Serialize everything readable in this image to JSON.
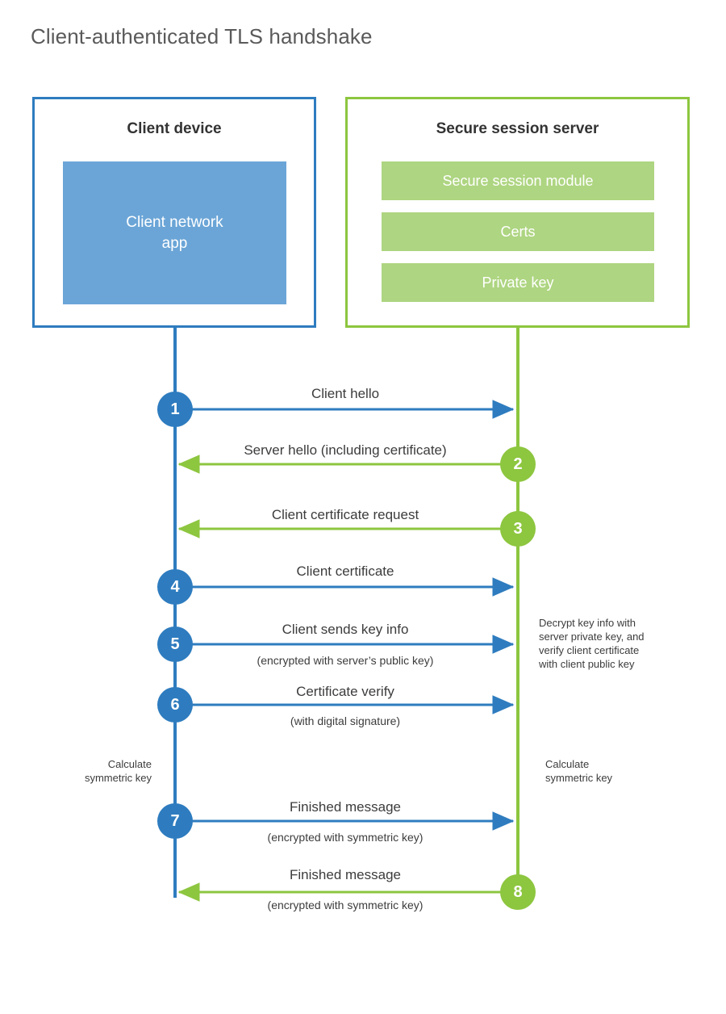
{
  "title": "Client-authenticated TLS handshake",
  "colors": {
    "client_blue": "#2E7CBF",
    "client_app_fill": "#6BA5D7",
    "server_green": "#8DC63F",
    "server_bar_fill": "#AED581",
    "text": "#3c3c3c",
    "title_text": "#5a5a5a",
    "background": "#ffffff"
  },
  "client": {
    "title": "Client device",
    "app_label": "Client network\napp",
    "app_label_line1": "Client network",
    "app_label_line2": "app"
  },
  "server": {
    "title": "Secure session server",
    "components": [
      {
        "label": "Secure session module"
      },
      {
        "label": "Certs"
      },
      {
        "label": "Private key"
      }
    ]
  },
  "steps": [
    {
      "number": "1",
      "label": "Client hello",
      "sublabel": "",
      "direction": "client-to-server",
      "actor": "client",
      "color": "#2E7CBF"
    },
    {
      "number": "2",
      "label": "Server hello (including certificate)",
      "sublabel": "",
      "direction": "server-to-client",
      "actor": "server",
      "color": "#8DC63F"
    },
    {
      "number": "3",
      "label": "Client certificate request",
      "sublabel": "",
      "direction": "server-to-client",
      "actor": "server",
      "color": "#8DC63F"
    },
    {
      "number": "4",
      "label": "Client certificate",
      "sublabel": "",
      "direction": "client-to-server",
      "actor": "client",
      "color": "#2E7CBF"
    },
    {
      "number": "5",
      "label": "Client sends key info",
      "sublabel": "(encrypted with server’s public key)",
      "direction": "client-to-server",
      "actor": "client",
      "color": "#2E7CBF"
    },
    {
      "number": "6",
      "label": "Certificate verify",
      "sublabel": "(with digital signature)",
      "direction": "client-to-server",
      "actor": "client",
      "color": "#2E7CBF"
    },
    {
      "number": "7",
      "label": "Finished message",
      "sublabel": "(encrypted with symmetric key)",
      "direction": "client-to-server",
      "actor": "client",
      "color": "#2E7CBF"
    },
    {
      "number": "8",
      "label": "Finished message",
      "sublabel": "(encrypted with symmetric key)",
      "direction": "server-to-client",
      "actor": "server",
      "color": "#8DC63F"
    }
  ],
  "notes": {
    "server_decrypt": "Decrypt key info with server private key, and verify client certificate with client public key",
    "server_decrypt_lines": [
      "Decrypt key info with",
      "server private key, and",
      "verify client certificate",
      "with client public key"
    ],
    "client_calculate": "Calculate symmetric key",
    "client_calculate_lines": [
      "Calculate",
      "symmetric key"
    ],
    "server_calculate": "Calculate symmetric key",
    "server_calculate_lines": [
      "Calculate",
      "symmetric key"
    ]
  }
}
